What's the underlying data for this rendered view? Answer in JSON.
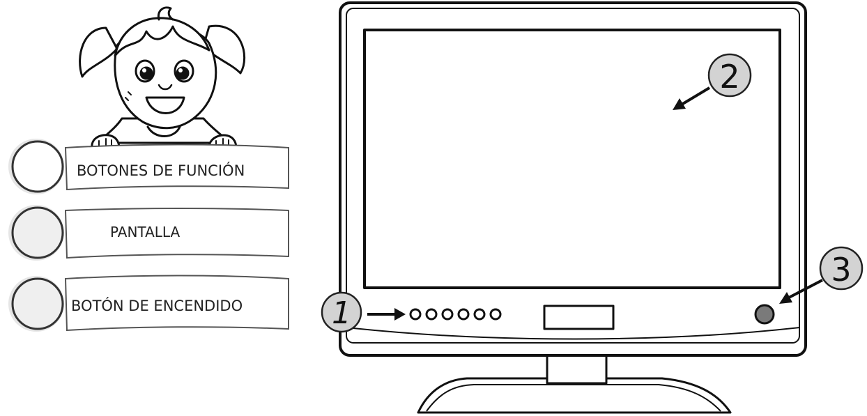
{
  "labels": [
    {
      "text": "BOTONES DE FUNCIÓN"
    },
    {
      "text": "PANTALLA"
    },
    {
      "text": "BOTÓN DE ENCENDIDO"
    }
  ],
  "markers": [
    {
      "number": "1"
    },
    {
      "number": "2"
    },
    {
      "number": "3"
    }
  ],
  "colors": {
    "outline": "#111111",
    "marker_fill": "#d3d3d3",
    "power_button": "#7a7a7a",
    "answer_circle": "#e6e6e6"
  }
}
